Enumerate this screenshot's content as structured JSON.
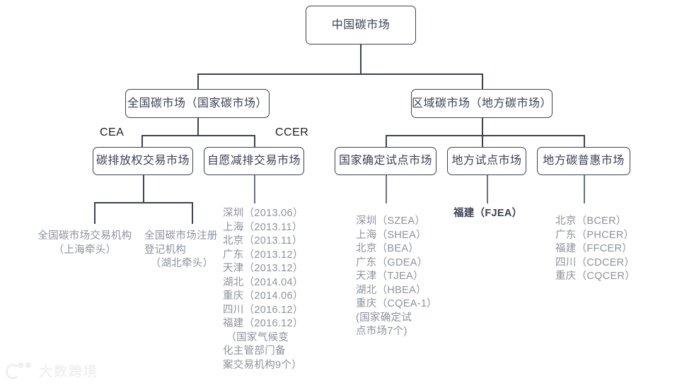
{
  "diagram": {
    "root": {
      "label": "中国碳市场"
    },
    "level2": [
      {
        "label": "全国碳市场（国家碳市场）"
      },
      {
        "label": "区域碳市场（地方碳市场）"
      }
    ],
    "tags": [
      {
        "label": "CEA"
      },
      {
        "label": "CCER"
      }
    ],
    "level3": [
      {
        "label": "碳排放权交易市场"
      },
      {
        "label": "自愿减排交易市场"
      },
      {
        "label": "国家确定试点市场"
      },
      {
        "label": "地方试点市场"
      },
      {
        "label": "地方碳普惠市场"
      }
    ],
    "leaves": {
      "exchange_org": "全国碳市场交易机构\n（上海牵头）",
      "registry_org": "全国碳市场注册\n登记机构\n  （湖北牵头）",
      "ccer_list": "深圳（2013.06）\n上海（2013.11）\n北京（2013.11）\n广东（2013.12）\n天津（2013.12）\n湖北（2014.04）\n重庆（2014.06）\n四川（2016.12）\n福建（2016.12）\n （国家气候变\n化主管部门备\n案交易机构9个）",
      "national_pilot_list": "深圳（SZEA）\n上海（SHEA）\n北京（BEA）\n广东（GDEA）\n天津（TJEA）\n湖北（HBEA）\n重庆（CQEA-1）\n(国家确定试\n点市场7个)",
      "local_pilot_list": "福建（FJEA）",
      "inclusive_list": "北京（BCER）\n广东（PHCER）\n福建（FFCER）\n四川（CDCER）\n重庆（CQCER）"
    }
  },
  "watermark": {
    "text": "大数跨境"
  }
}
